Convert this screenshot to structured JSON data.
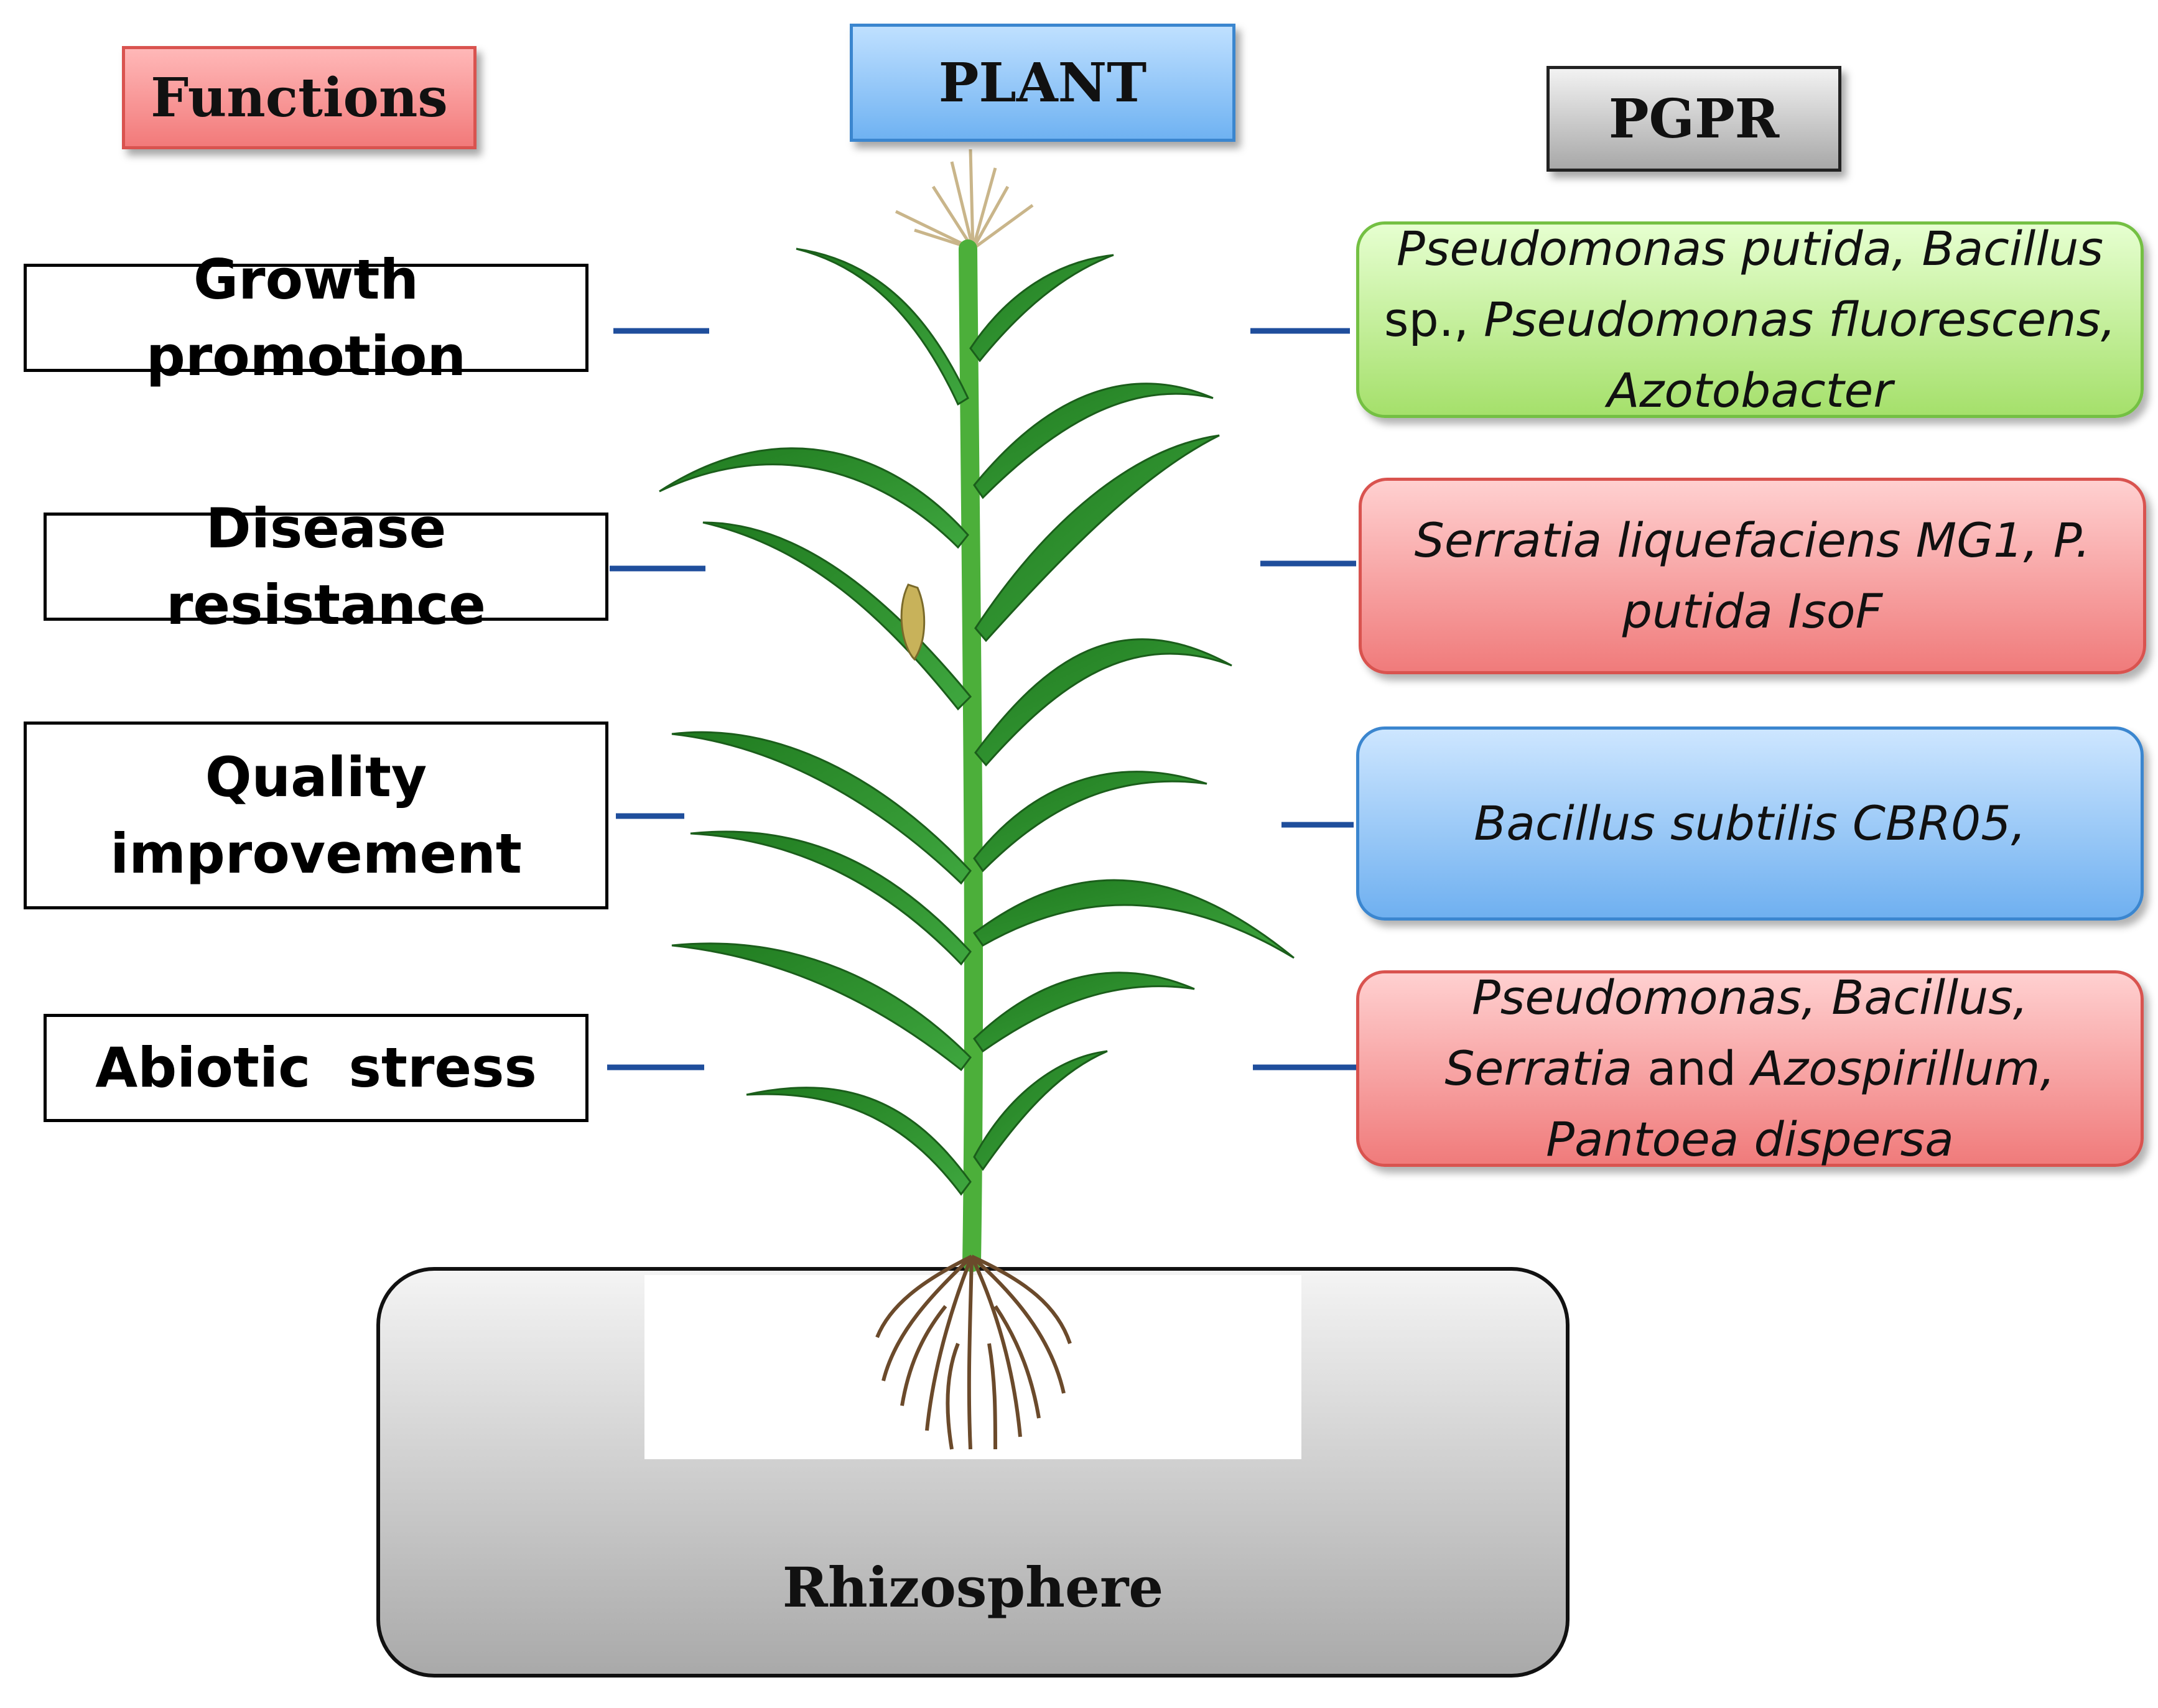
{
  "headers": {
    "functions": "Functions",
    "plant": "PLANT",
    "pgpr": "PGPR"
  },
  "functions": {
    "growth": "Growth promotion",
    "disease": "Disease resistance",
    "quality_1": "Quality",
    "quality_2": "improvement",
    "abiotic": "Abiotic  stress"
  },
  "pgpr": {
    "growth": {
      "l1": "Pseudomonas putida, Bacillus",
      "l2_a": "sp., ",
      "l2_b": "Pseudomonas fluorescens,",
      "l3": "Azotobacter"
    },
    "disease": {
      "l1": "Serratia liquefaciens MG1, P.",
      "l2": "putida IsoF"
    },
    "quality": {
      "l1": "Bacillus subtilis CBR05,"
    },
    "abiotic": {
      "l1": "Pseudomonas, Bacillus,",
      "l2_a": "Serratia",
      "l2_b": " and ",
      "l2_c": "Azospirillum,",
      "l3": "Pantoea dispersa"
    }
  },
  "rhizosphere": "Rhizosphere",
  "colors": {
    "connector": "#1f4e9c",
    "leaf": "#2e8b2e",
    "stem": "#4caf3a",
    "root": "#6b4a2b"
  }
}
